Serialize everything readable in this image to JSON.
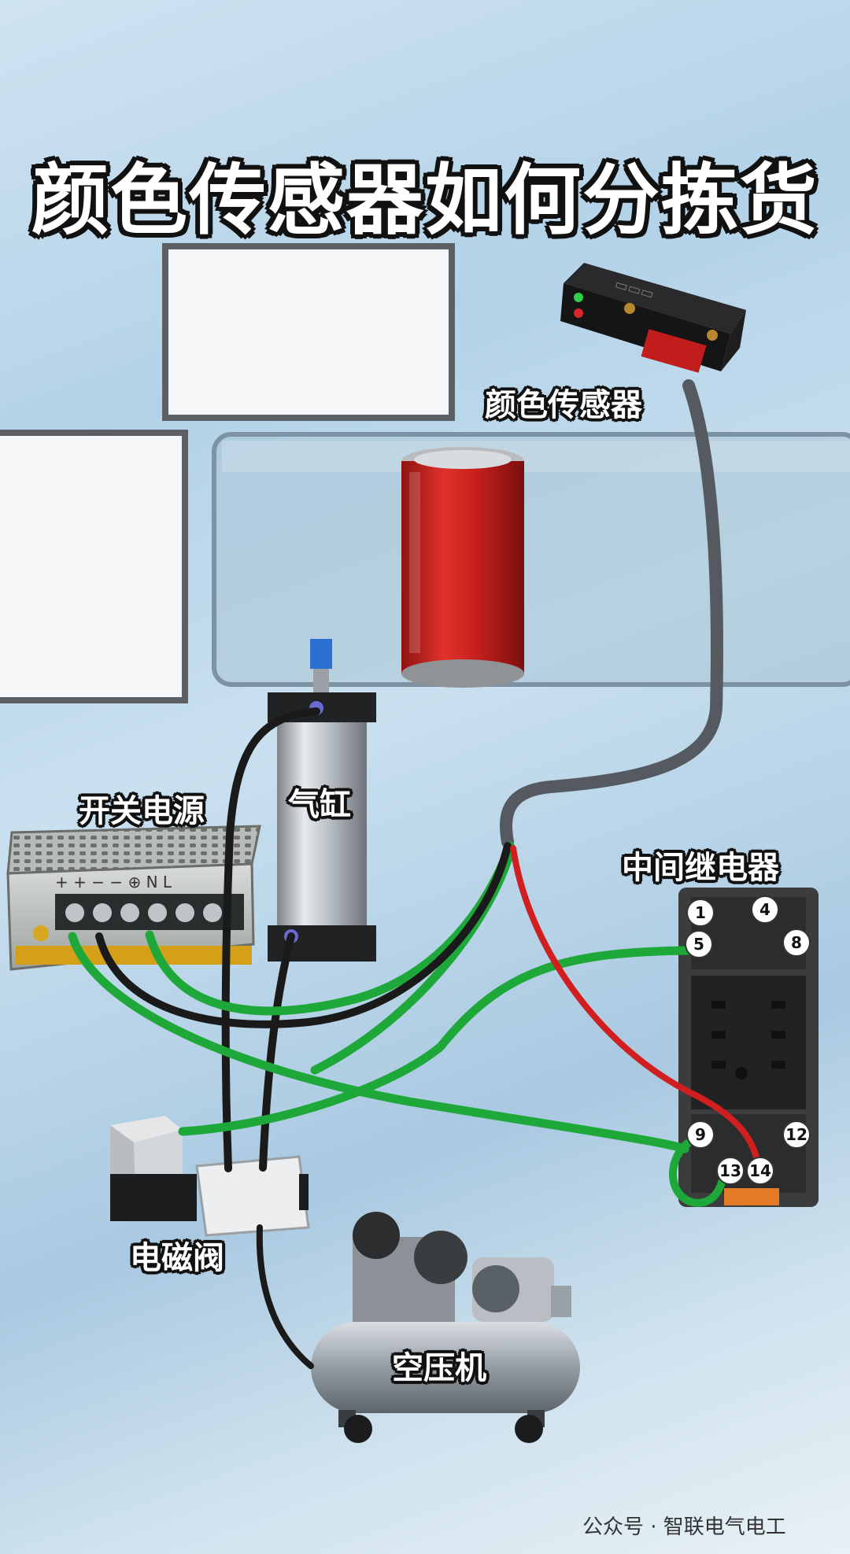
{
  "title": "颜色传感器如何分拣货",
  "labels": {
    "color_sensor": "颜色传感器",
    "switch_power": "开关电源",
    "cylinder": "气缸",
    "relay": "中间继电器",
    "solenoid_valve": "电磁阀",
    "air_compressor": "空压机"
  },
  "relay_terminals": [
    "1",
    "4",
    "5",
    "8",
    "9",
    "12",
    "13",
    "14"
  ],
  "watermark": "公众号 · 智联电气电工",
  "colors": {
    "wire_green": "#1fa83a",
    "wire_black": "#1a1a1a",
    "wire_red": "#d11f1f",
    "wire_gray": "#555a60",
    "can_red": "#c8201c"
  }
}
